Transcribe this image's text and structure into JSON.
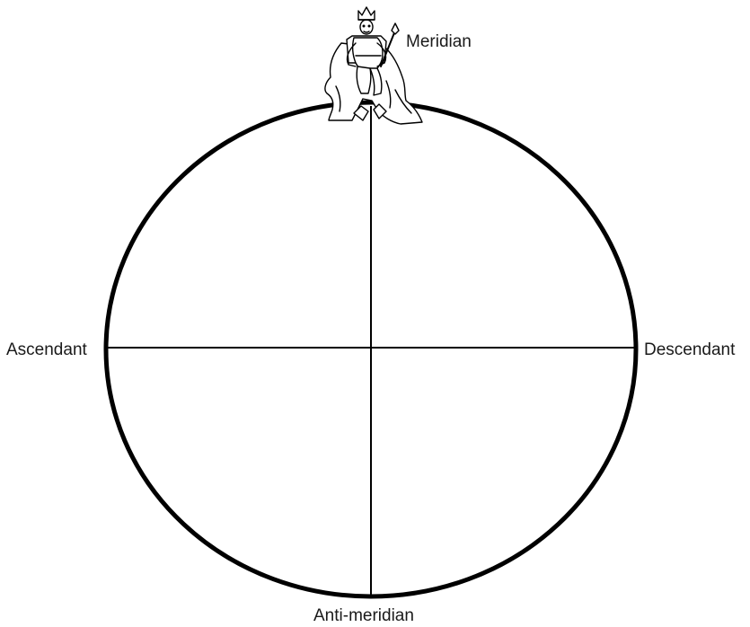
{
  "labels": {
    "top": "Meridian",
    "left": "Ascendant",
    "right": "Descendant",
    "bottom": "Anti-meridian"
  },
  "colors": {
    "stroke": "#000000",
    "text": "#1a1a1a",
    "background": "#ffffff"
  },
  "figure": {
    "icon": "enthroned-king-icon"
  }
}
